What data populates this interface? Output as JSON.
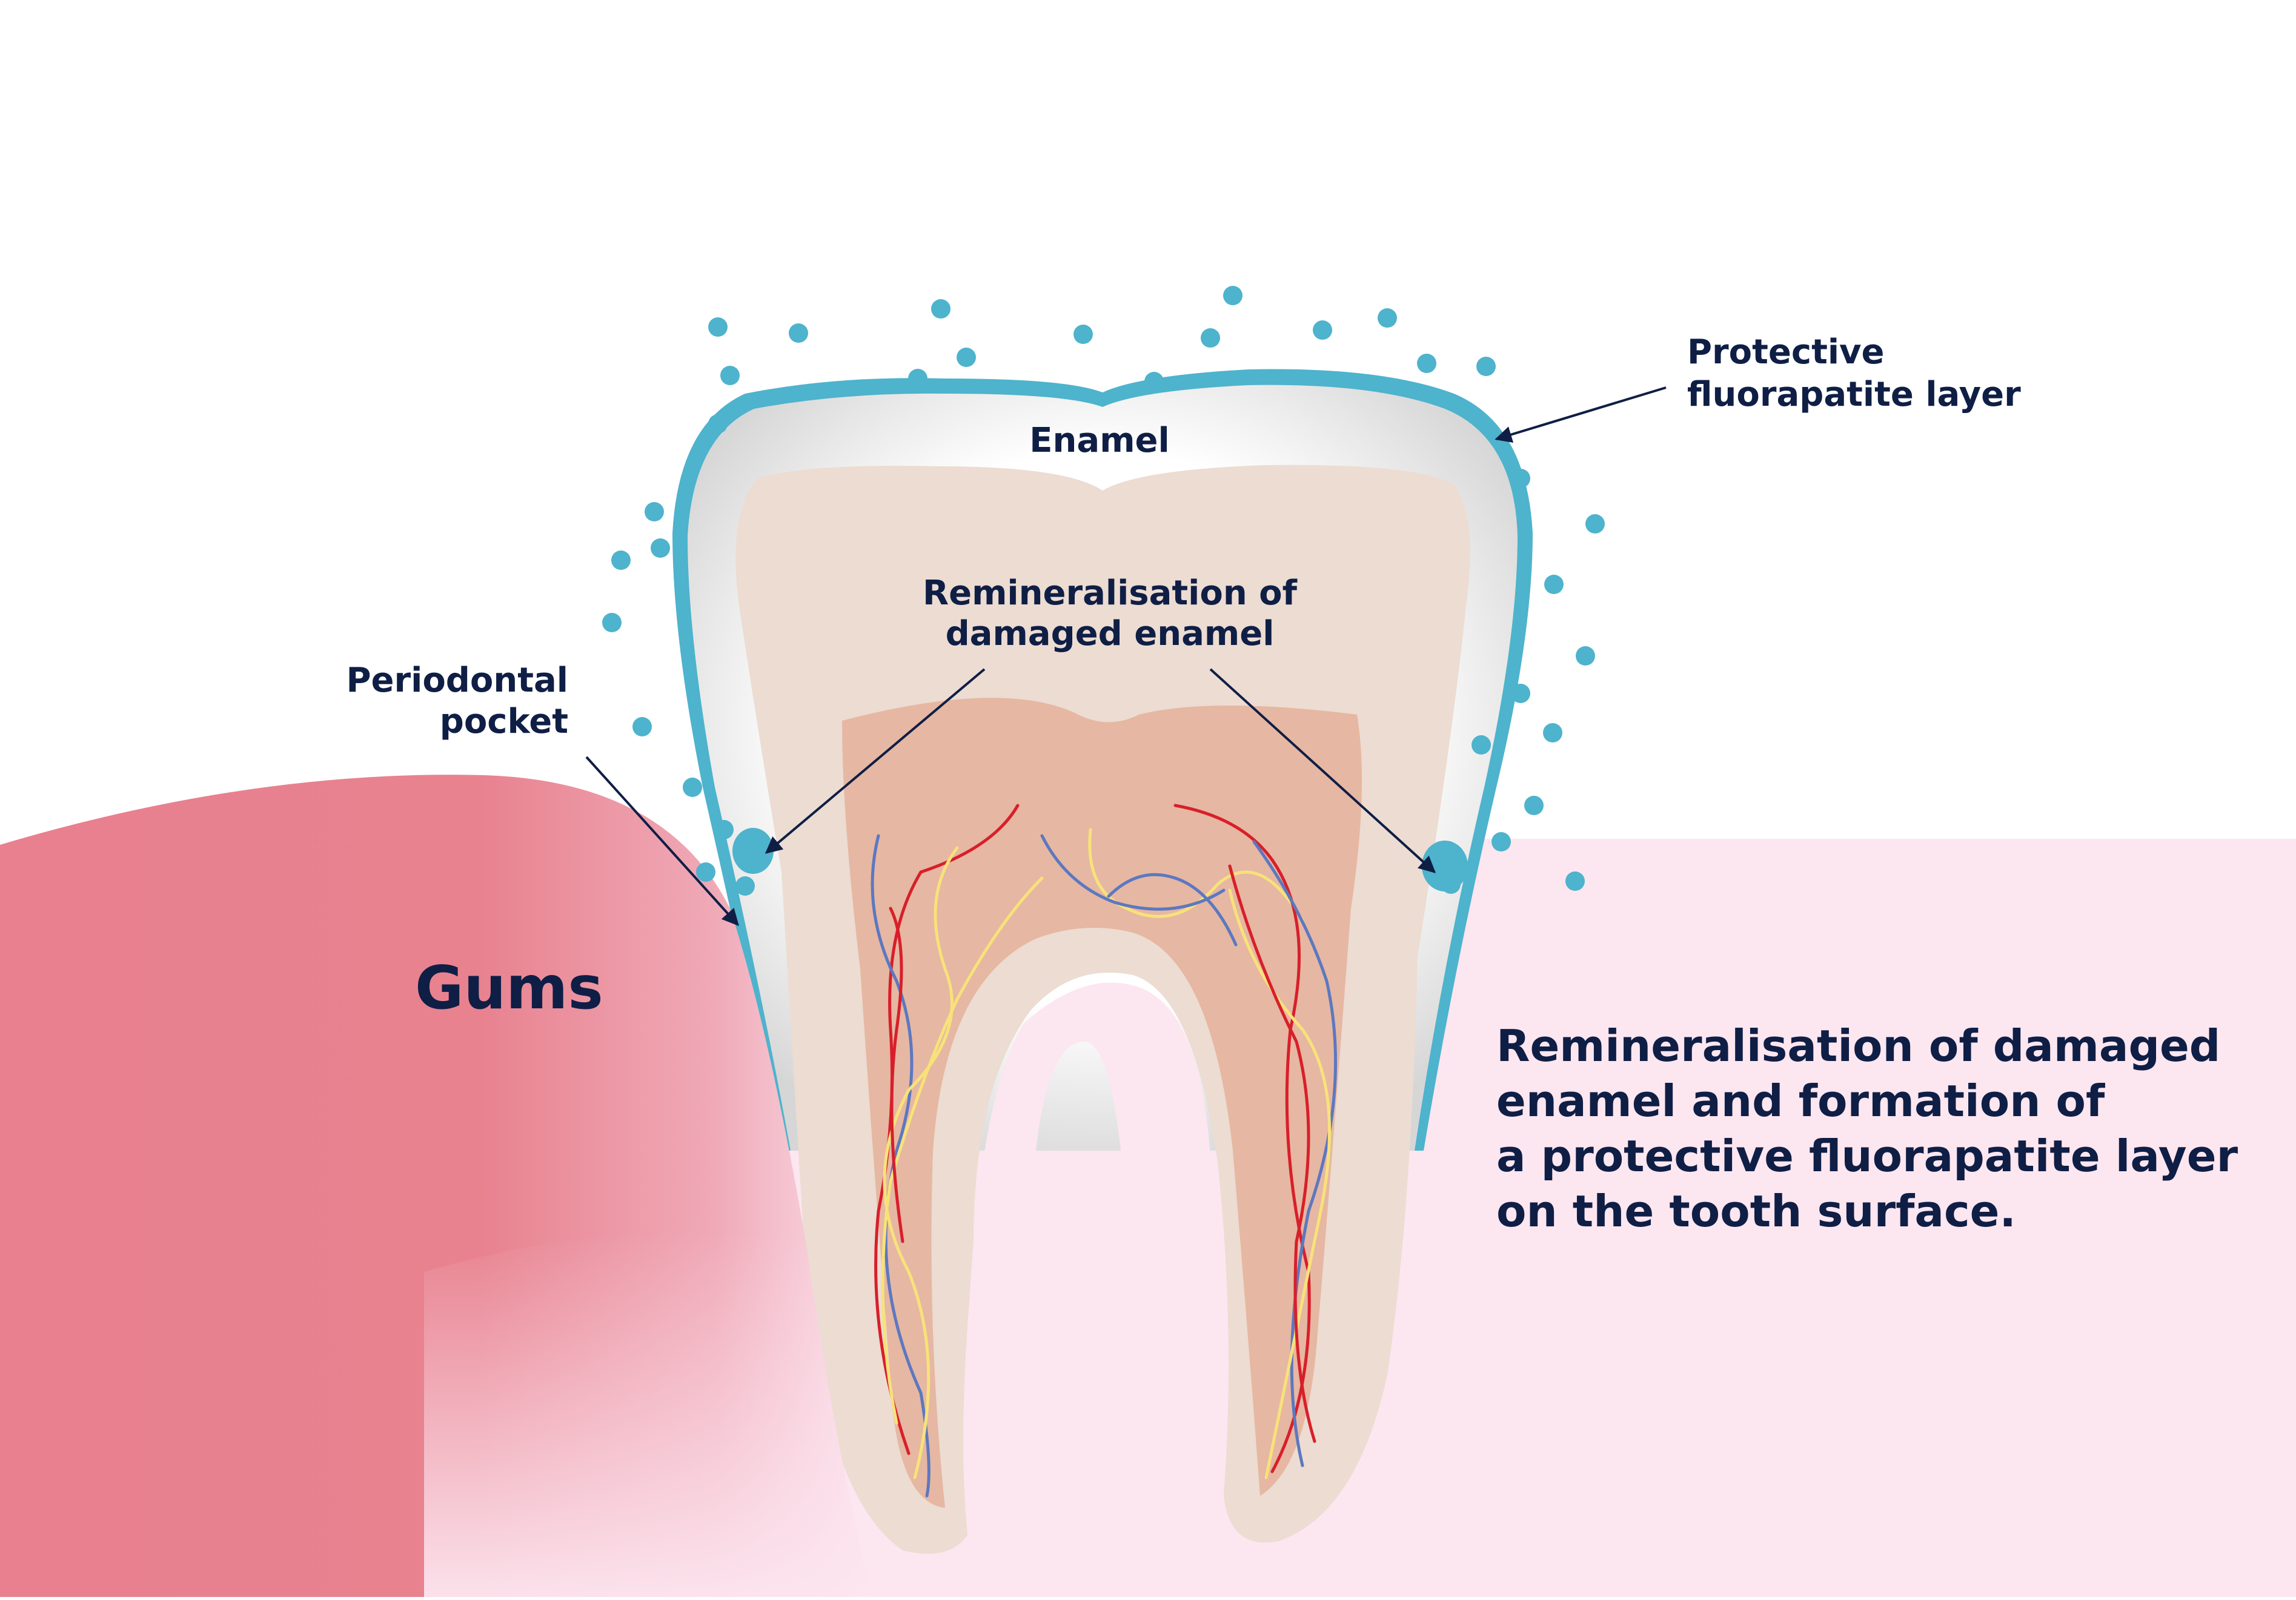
{
  "labels": {
    "enamel": "Enamel",
    "protective_line1": "Protective",
    "protective_line2": "fluorapatite layer",
    "remin_line1": "Remineralisation of",
    "remin_line2": "damaged enamel",
    "periodontal_line1": "Periodontal",
    "periodontal_line2": "pocket",
    "gums": "Gums"
  },
  "description": {
    "line1": "Remineralisation of damaged",
    "line2": "enamel and formation of",
    "line3": "a protective fluorapatite layer",
    "line4": "on the tooth surface."
  },
  "colors": {
    "fluoride": "#4eb3cc",
    "gum": "#e8808f",
    "gum_light": "#fce6f0",
    "enamel": "#eeeeee",
    "dentin": "#ecdcd2",
    "pulp": "#e6b7a2",
    "text": "#0f1e45",
    "nerve_red": "#d81f2a",
    "nerve_blue": "#5c78c0",
    "nerve_yellow": "#f7e27a"
  }
}
